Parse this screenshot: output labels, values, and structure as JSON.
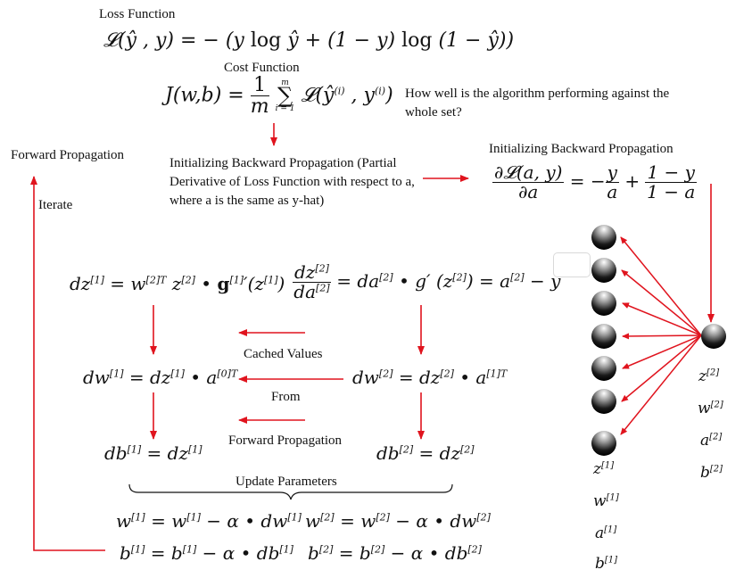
{
  "labels": {
    "loss_function": "Loss Function",
    "cost_function": "Cost Function",
    "cost_question": "How well is the algorithm performing against the whole set?",
    "init_backprop_right": "Initializing Backward Propagation",
    "forward_propagation": "Forward Propagation",
    "init_backprop_desc": "Initializing Backward Propagation (Partial Derivative of Loss Function with respect to a, where a is the same as y-hat)",
    "iterate": "Iterate",
    "cached_values": "Cached Values",
    "from": "From",
    "forward_propagation_bottom": "Forward Propagation",
    "update_parameters": "Update Parameters"
  },
  "equations": {
    "loss": "𝓛(ŷ, y) = −(y log ŷ + (1 − y) log(1 − ŷ))",
    "cost": "J(w,b) = (1/m) Σ_{i=1}^{m} 𝓛(ŷ^(i), y^(i))",
    "init_backprop": "∂𝓛(a,y)/∂a = −y/a + (1−y)/(1−a)",
    "dz1": "dz^[1] = w^[2]T z^[2] • g^[1]′(z^[1])",
    "dz2": "dz^[2]/da^[2] = da^[2] • g′(z^[2]) = a^[2] − y",
    "dw1": "dw^[1] = dz^[1] • a^[0]T",
    "dw2": "dw^[2] = dz^[2] • a^[1]T",
    "db1": "db^[1] = dz^[1]",
    "db2": "db^[2] = dz^[2]",
    "update_w1": "w^[1] = w^[1] − α • dw^[1]",
    "update_w2": "w^[2] = w^[2] − α • dw^[2]",
    "update_b1": "b^[1] = b^[1] − α • db^[1]",
    "update_b2": "b^[2] = b^[2] − α • db^[2]"
  },
  "network": {
    "hidden_layer_labels": [
      "z[1]",
      "w[1]",
      "a[1]",
      "b[1]"
    ],
    "output_layer_labels": [
      "z[2]",
      "w[2]",
      "a[2]",
      "b[2]"
    ],
    "hidden_node_count": 7,
    "output_node_count": 1,
    "arrow_color": "#e0141e",
    "node_color": "#1a1a1a"
  }
}
